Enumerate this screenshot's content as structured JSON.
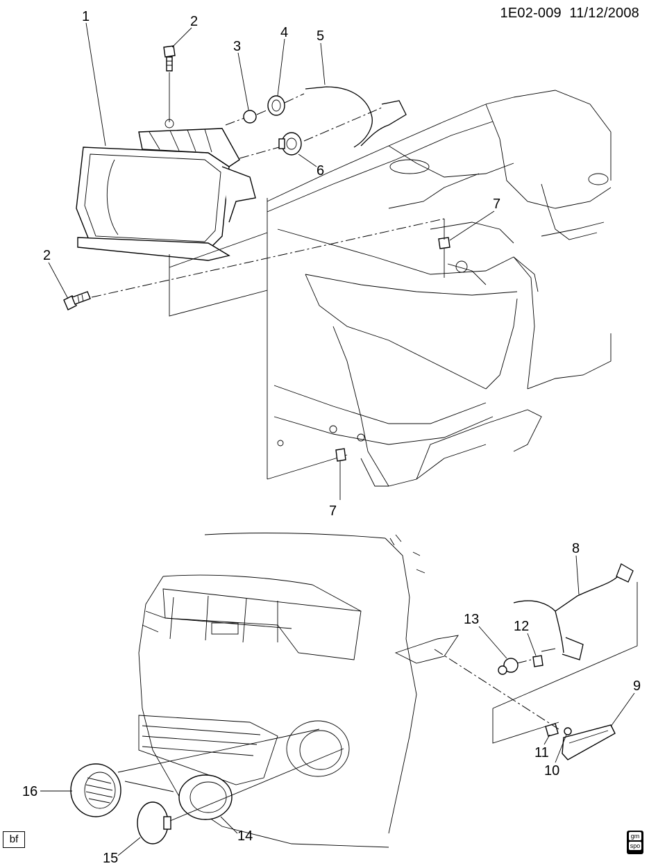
{
  "header": {
    "doc_id": "1E02-009",
    "date": "11/12/2008"
  },
  "callouts": [
    "1",
    "2",
    "3",
    "4",
    "5",
    "2",
    "6",
    "7",
    "7",
    "8",
    "13",
    "12",
    "9",
    "11",
    "10",
    "16",
    "15",
    "14"
  ],
  "badges": {
    "corner_code": "bf",
    "logo_line1": "gm",
    "logo_line2": "spo"
  }
}
